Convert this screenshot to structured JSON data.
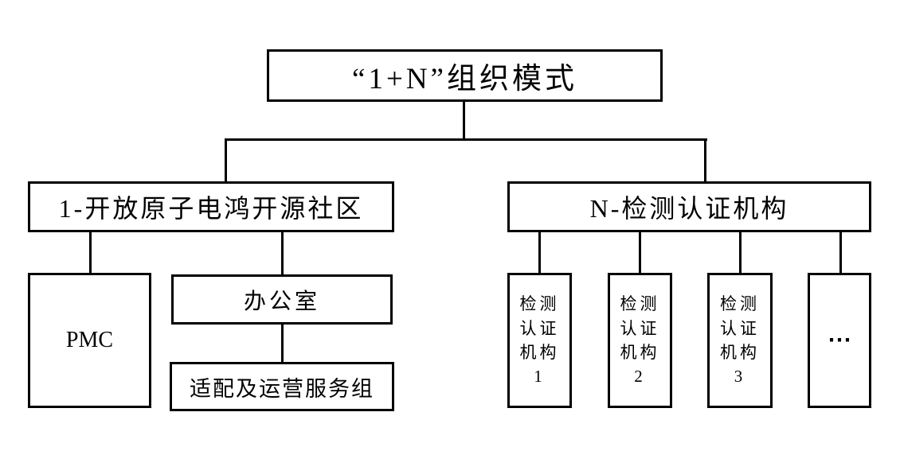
{
  "diagram": {
    "root": {
      "label": "“1+N”组织模式"
    },
    "left_branch": {
      "label": "1-开放原子电鸿开源社区",
      "pmc": {
        "label": "PMC"
      },
      "office": {
        "label": "办公室"
      },
      "adaptation": {
        "label": "适配及运营服务组"
      }
    },
    "right_branch": {
      "label": "N-检测认证机构",
      "children": [
        {
          "label": "检测\n认证\n机构\n1"
        },
        {
          "label": "检测\n认证\n机构\n2"
        },
        {
          "label": "检测\n认证\n机构\n3"
        },
        {
          "label": "⋯"
        }
      ]
    },
    "colors": {
      "line": "#000000",
      "background": "#ffffff",
      "text": "#000000"
    }
  }
}
